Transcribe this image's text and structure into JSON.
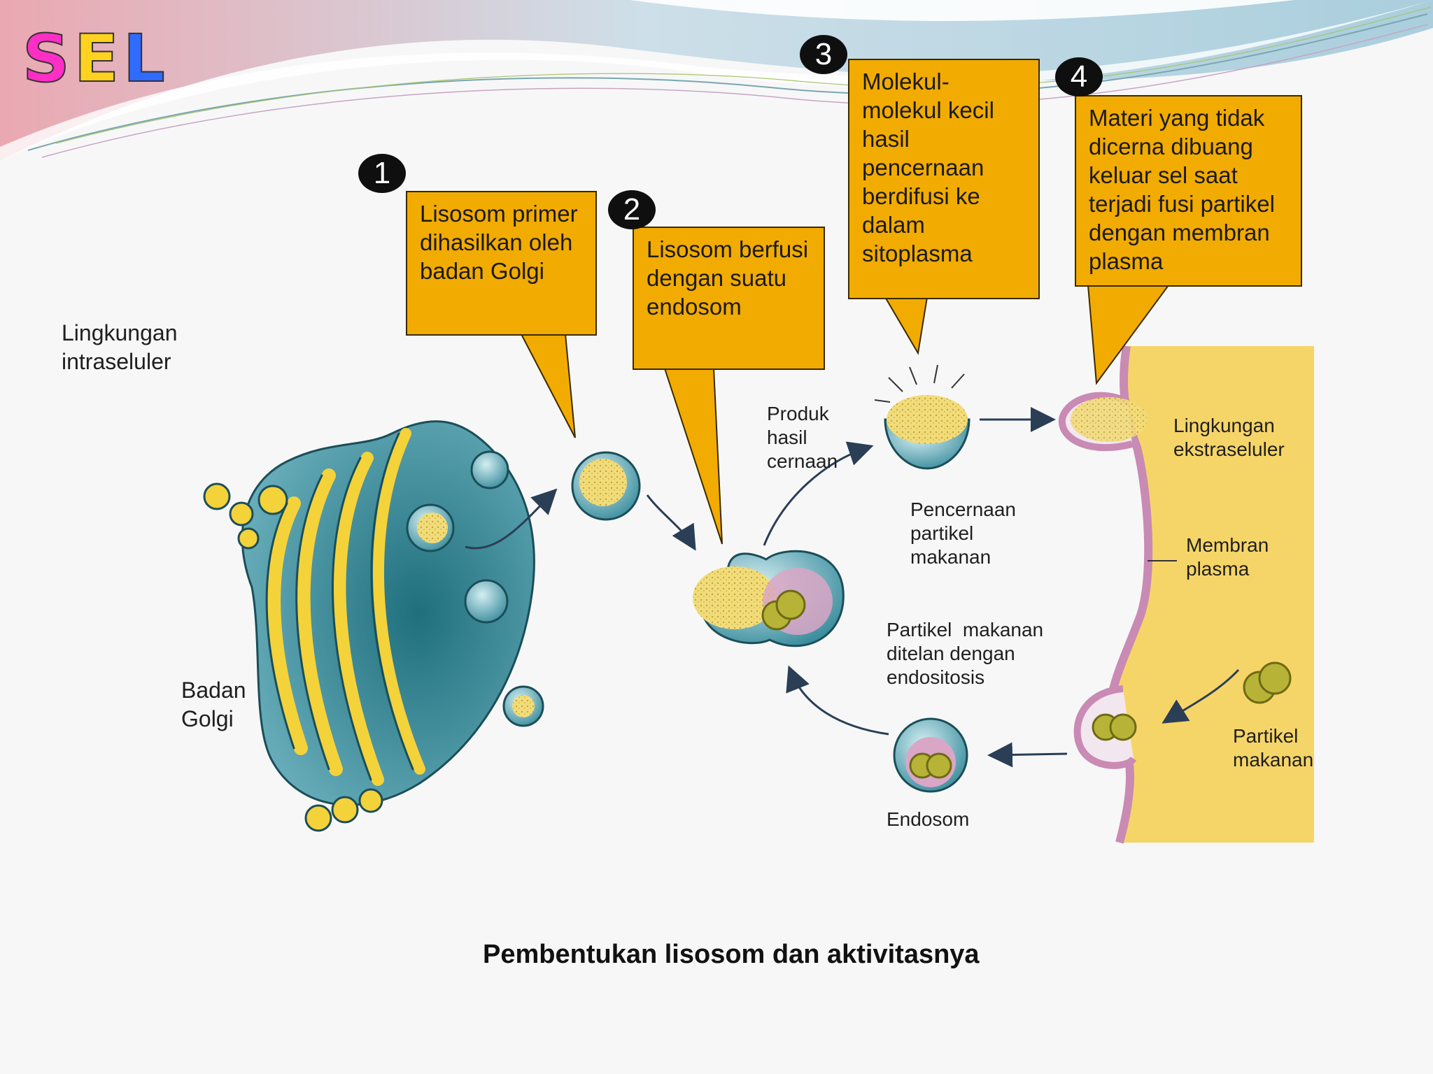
{
  "header": {
    "logo_letters": [
      "S",
      "E",
      "L"
    ],
    "logo_colors": [
      "#ff2ec4",
      "#ffd21f",
      "#2f6bff"
    ]
  },
  "callouts": [
    {
      "number": "1",
      "text": "Lisosom primer dihasilkan oleh badan Golgi"
    },
    {
      "number": "2",
      "text": "Lisosom berfusi dengan suatu endosom"
    },
    {
      "number": "3",
      "text": "Molekul-molekul kecil hasil pencernaan berdifusi ke dalam sitoplasma"
    },
    {
      "number": "4",
      "text": "Materi yang tidak dicerna dibuang keluar sel saat terjadi fusi partikel dengan membran plasma"
    }
  ],
  "labels": {
    "intracellular": "Lingkungan intraseluler",
    "golgi": "Badan Golgi",
    "digestion_products": "Produk hasil cernaan",
    "food_digestion": "Pencernaan partikel makanan",
    "food_endocytosis": "Partikel  makanan ditelan dengan endositosis",
    "endosome": "Endosom",
    "extracellular": "Lingkungan ekstraseluler",
    "plasma_membrane": "Membran plasma",
    "food_particle": "Partikel makanan"
  },
  "caption": "Pembentukan lisosom dan aktivitasnya",
  "colors": {
    "callout": "#f2ab00",
    "golgi": "#3f8f9e",
    "yellow": "#f4d23a",
    "extracellular": "#f6d568",
    "membrane": "#c98ab4"
  }
}
